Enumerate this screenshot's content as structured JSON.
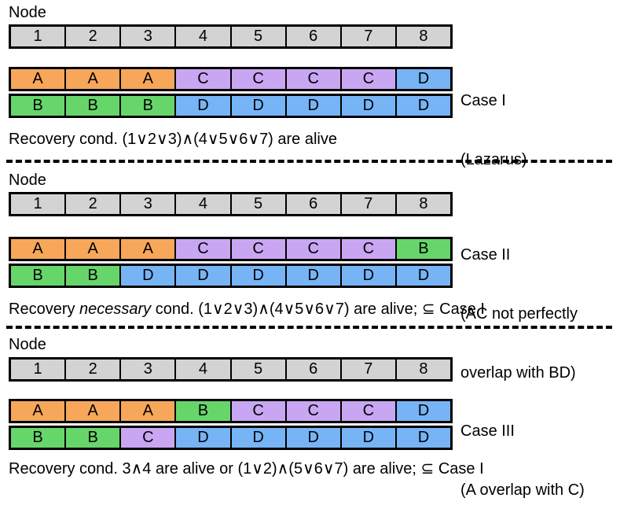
{
  "colors": {
    "A": "#f7a75a",
    "B": "#66d66a",
    "C": "#c9a6f2",
    "D": "#77b4f6",
    "node": "#d3d3d3"
  },
  "panels": [
    {
      "node_label": "Node",
      "nodes": [
        "1",
        "2",
        "3",
        "4",
        "5",
        "6",
        "7",
        "8"
      ],
      "row1": [
        "A",
        "A",
        "A",
        "C",
        "C",
        "C",
        "C",
        "D"
      ],
      "row2": [
        "B",
        "B",
        "B",
        "D",
        "D",
        "D",
        "D",
        "D"
      ],
      "case_lines": [
        "Case I",
        "(Lazarus)"
      ],
      "recovery": "Recovery cond. (1∨2∨3)∧(4∨5∨6∨7) are alive"
    },
    {
      "node_label": "Node",
      "nodes": [
        "1",
        "2",
        "3",
        "4",
        "5",
        "6",
        "7",
        "8"
      ],
      "row1": [
        "A",
        "A",
        "A",
        "C",
        "C",
        "C",
        "C",
        "B"
      ],
      "row2": [
        "B",
        "B",
        "D",
        "D",
        "D",
        "D",
        "D",
        "D"
      ],
      "case_lines": [
        "Case II",
        "(AC not perfectly",
        "overlap with BD)"
      ],
      "recovery_pre": "Recovery ",
      "recovery_em": "necessary",
      "recovery_post": " cond. (1∨2∨3)∧(4∨5∨6∨7) are alive; ⊆ Case I"
    },
    {
      "node_label": "Node",
      "nodes": [
        "1",
        "2",
        "3",
        "4",
        "5",
        "6",
        "7",
        "8"
      ],
      "row1": [
        "A",
        "A",
        "A",
        "B",
        "C",
        "C",
        "C",
        "D"
      ],
      "row2": [
        "B",
        "B",
        "C",
        "D",
        "D",
        "D",
        "D",
        "D"
      ],
      "case_lines": [
        "Case III",
        "(A overlap with C)"
      ],
      "recovery": "Recovery cond. 3∧4 are alive or (1∨2)∧(5∨6∨7) are alive; ⊆ Case I"
    }
  ]
}
